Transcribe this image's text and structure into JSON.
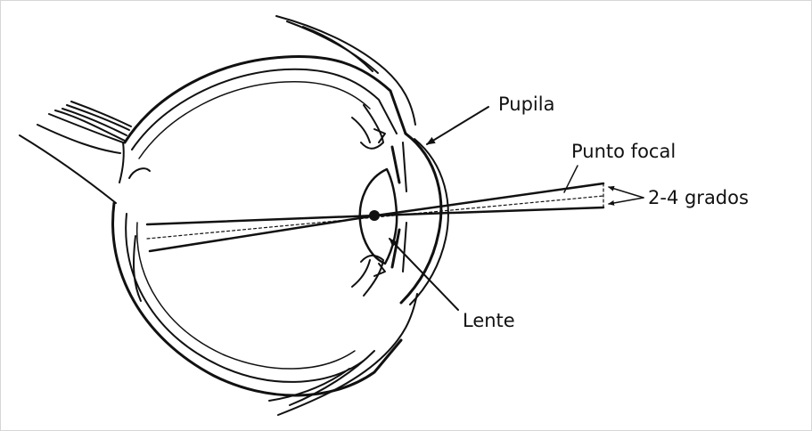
{
  "diagram": {
    "labels": {
      "pupil": "Pupila",
      "focal_point": "Punto focal",
      "angle": "2-4 grados",
      "lens": "Lente"
    },
    "colors": {
      "ink": "#111111",
      "background": "#ffffff",
      "frame": "#d6d6d6"
    }
  }
}
